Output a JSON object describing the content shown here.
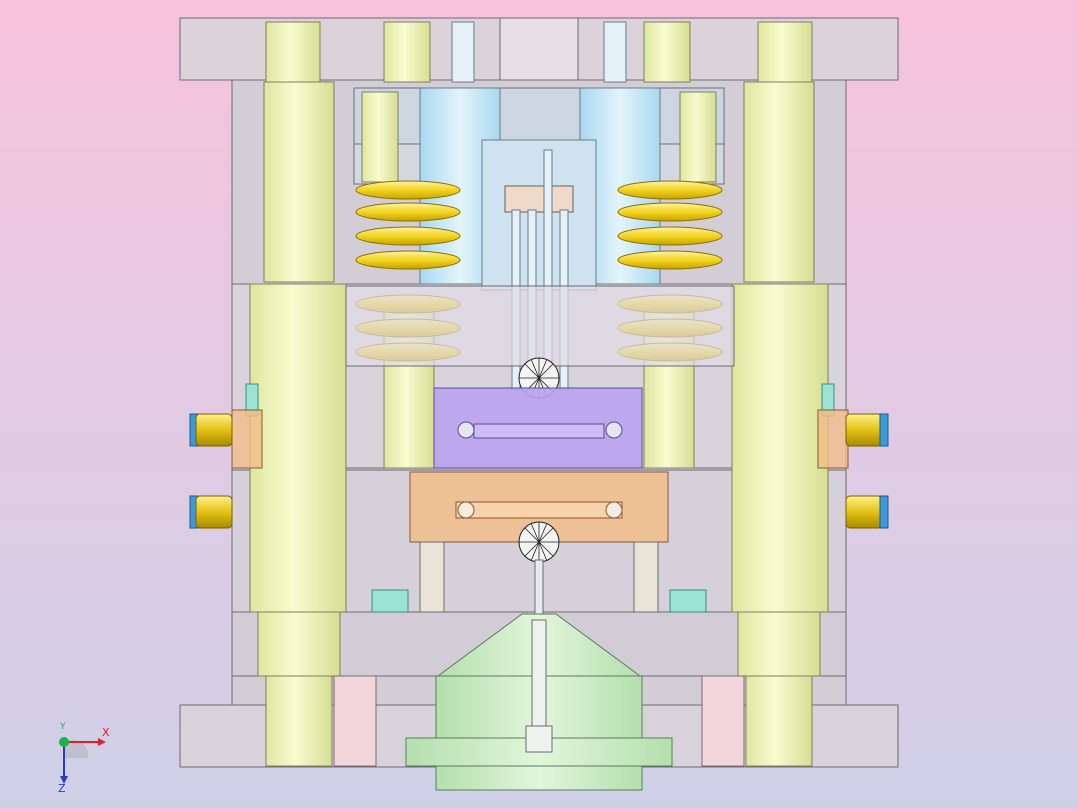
{
  "triad": {
    "x_label": "X",
    "y_label": "Y",
    "z_label": "Z"
  },
  "colors": {
    "background_top": "#f7c2dc",
    "background_bottom": "#cfd0e8",
    "plate": "#d7cfd8",
    "pillar": "#eff5b2",
    "spring": "#f2d41f",
    "violet_block": "#b9a3ee",
    "orange_block": "#f2bd8a",
    "brass_fitting": "#e2c214",
    "cone": "#c9ecc0",
    "cyan_insert": "#9be3d4",
    "x_axis": "#e0202a",
    "y_axis": "#22b04a",
    "z_axis": "#2a3ad0"
  },
  "icons": [
    "coordinate-triad-icon"
  ]
}
